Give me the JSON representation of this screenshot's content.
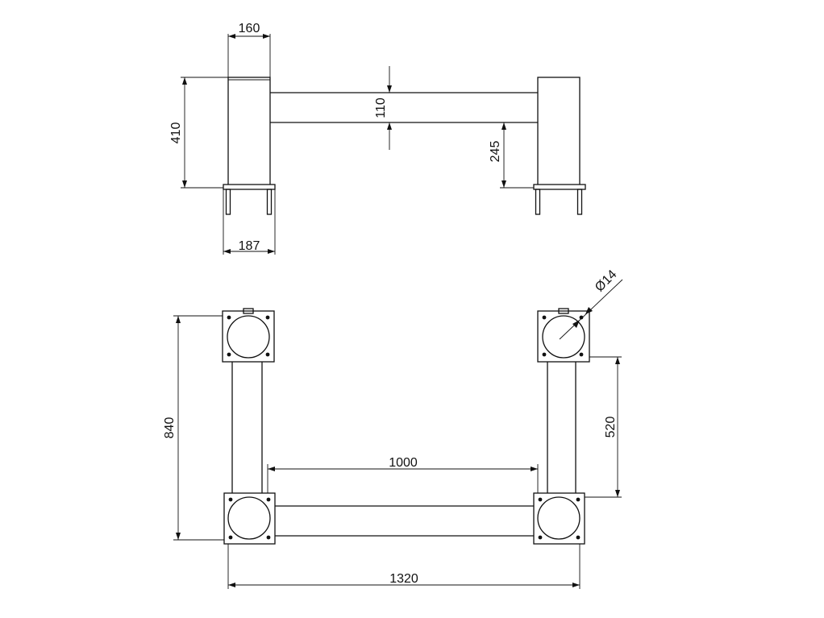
{
  "dimensions": {
    "post_width": "160",
    "post_height": "410",
    "beam_height": "110",
    "beam_clearance": "245",
    "plate_width": "187",
    "bolt_diameter": "Ø14",
    "overall_depth": "840",
    "side_span": "520",
    "inner_span": "1000",
    "overall_length": "1320"
  }
}
